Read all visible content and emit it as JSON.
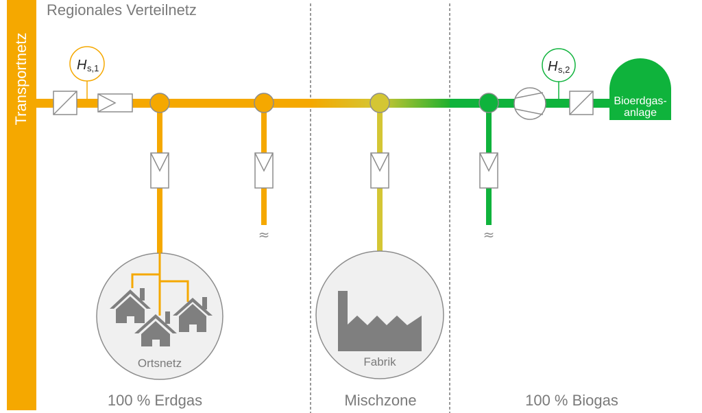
{
  "title": "Regionales Verteilnetz",
  "transport_label": "Transportnetz",
  "meters": [
    {
      "id": "hs1",
      "symbol": "H",
      "subscript": "s,1"
    },
    {
      "id": "hs2",
      "symbol": "H",
      "subscript": "s,2"
    }
  ],
  "plant": {
    "line1": "Bioerdgas-",
    "line2": "anlage"
  },
  "consumers": {
    "ortsnetz": "Ortsnetz",
    "fabrik": "Fabrik"
  },
  "continuation_symbol": "≈",
  "zones": [
    {
      "label": "100 % Erdgas"
    },
    {
      "label": "Mischzone"
    },
    {
      "label": "100 % Biogas"
    }
  ],
  "colors": {
    "erdgas": "#F5A800",
    "mix": "#D4C634",
    "biogas": "#0FB33C",
    "symbol_stroke": "#8c8c8c",
    "circle_fill": "#f0f0f0",
    "icon_gray": "#7f7f7f"
  }
}
